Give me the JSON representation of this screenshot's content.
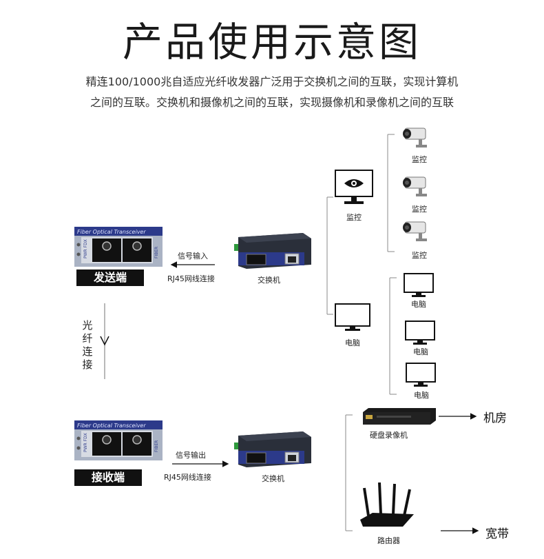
{
  "title": "产品使用示意图",
  "description": {
    "line1": "精连100/1000兆自适应光纤收发器广泛用于交换机之间的互联，实现计算机",
    "line2": "之间的互联。交换机和摄像机之间的互联，实现摄像机和录像机之间的互联"
  },
  "converter": {
    "label": "Fiber Optical Transceiver",
    "side_left": "PWR FDX",
    "side_right": "FIBER"
  },
  "sender": {
    "badge": "发送端",
    "signal": "信号输入",
    "rj45": "RJ45网线连接",
    "switch": "交换机"
  },
  "fiber_link": [
    "光",
    "纤",
    "连",
    "接"
  ],
  "receiver": {
    "badge": "接收端",
    "signal": "信号输出",
    "rj45": "RJ45网线连接",
    "switch": "交换机"
  },
  "monitor_hub": "监控",
  "pc_hub": "电脑",
  "cameras": [
    "监控",
    "监控",
    "监控"
  ],
  "pcs": [
    "电脑",
    "电脑",
    "电脑"
  ],
  "dvr": "硬盘录像机",
  "dvr_target": "机房",
  "router": "路由器",
  "router_target": "宽带",
  "colors": {
    "converter_blue": "#2c3a8a",
    "device_body": "#2a2f3a",
    "badge": "#111111"
  }
}
